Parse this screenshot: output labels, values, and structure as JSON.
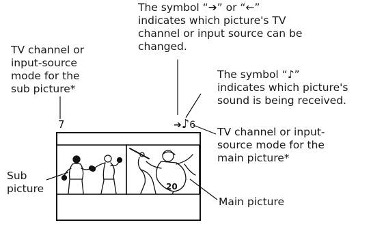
{
  "annotations": {
    "symbol_arrow": "The symbol “➔” or “←”\nindicates which picture's TV\nchannel or input source can be\nchanged.",
    "sub_channel": "TV channel or\ninput-source\nmode for the\nsub picture*",
    "symbol_note": "The symbol “♪”\nindicates which picture's\nsound is being received.",
    "main_channel": "TV channel or input-\nsource mode for the\nmain picture*",
    "sub_picture": "Sub\npicture",
    "main_picture": "Main picture"
  },
  "screen": {
    "sub_channel_number": "7",
    "arrow_symbol": "➔",
    "sound_symbol": "♪",
    "main_channel_number": "6",
    "jersey_number": "20"
  }
}
